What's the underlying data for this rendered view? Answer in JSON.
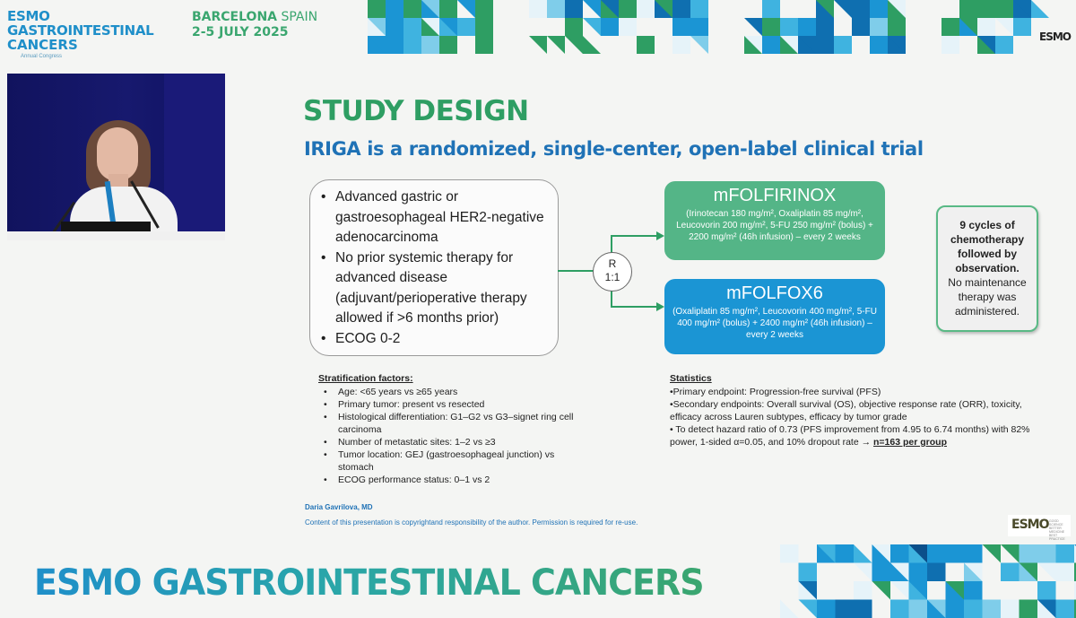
{
  "header": {
    "congress_line1": "ESMO GASTROINTESTINAL",
    "congress_line2": "CANCERS",
    "congress_sub": "Annual Congress",
    "city_bold": "BARCELONA",
    "country": " SPAIN",
    "dates": "2-5 JULY 2025",
    "brand": "ESMO"
  },
  "slide": {
    "title": "STUDY DESIGN",
    "subtitle": "IRIGA is a randomized, single-center, open-label clinical trial",
    "criteria": [
      "Advanced gastric or gastroesophageal HER2-negative adenocarcinoma",
      "No prior systemic therapy for advanced disease (adjuvant/perioperative therapy allowed if >6 months prior)",
      "ECOG 0-2"
    ],
    "randomization": {
      "label": "R",
      "ratio": "1:1"
    },
    "arm1": {
      "name": "mFOLFIRINOX",
      "desc": "(Irinotecan 180 mg/m², Oxaliplatin 85 mg/m², Leucovorin 200 mg/m², 5-FU 250 mg/m² (bolus) + 2200 mg/m² (46h infusion) – every 2 weeks"
    },
    "arm2": {
      "name": "mFOLFOX6",
      "desc": "(Oxaliplatin 85 mg/m², Leucovorin 400 mg/m², 5-FU 400 mg/m² (bolus) + 2400 mg/m² (46h infusion) – every 2 weeks"
    },
    "cycles_bold": "9 cycles of chemotherapy followed by observation.",
    "cycles_note": "No maintenance therapy was administered.",
    "stratification": {
      "heading": "Stratification factors:",
      "items": [
        "Age: <65 years vs ≥65 years",
        "Primary tumor: present vs resected",
        "Histological differentiation: G1–G2 vs G3–signet ring cell carcinoma",
        "Number of metastatic sites: 1–2 vs ≥3",
        "Tumor location: GEJ (gastroesophageal junction) vs stomach",
        "ECOG performance status: 0–1 vs 2"
      ]
    },
    "statistics": {
      "heading": "Statistics",
      "primary": "•Primary endpoint: Progression-free survival (PFS)",
      "secondary": "•Secondary endpoints: Overall survival (OS), objective response rate (ORR), toxicity, efficacy across Lauren subtypes, efficacy by tumor grade",
      "power": "• To detect hazard ratio of 0.73 (PFS improvement from 4.95 to 6.74 months) with 82% power, 1-sided α=0.05, and 10% dropout rate → ",
      "sample": "n=163 per group"
    },
    "author": "Daria Gavrilova, MD",
    "copyright": "Content of this presentation is copyrightand responsibility of the author. Permission is required for re-use."
  },
  "footer": {
    "congress": "ESMO GASTROINTESTINAL CANCERS",
    "brand": "ESMO",
    "brand_tagline": "GOOD SCIENCE BETTER MEDICINE BEST PRACTICE"
  },
  "colors": {
    "green": "#2e9e63",
    "blue": "#1f72b6",
    "arm1": "#54b587",
    "arm2": "#1b95d4"
  }
}
